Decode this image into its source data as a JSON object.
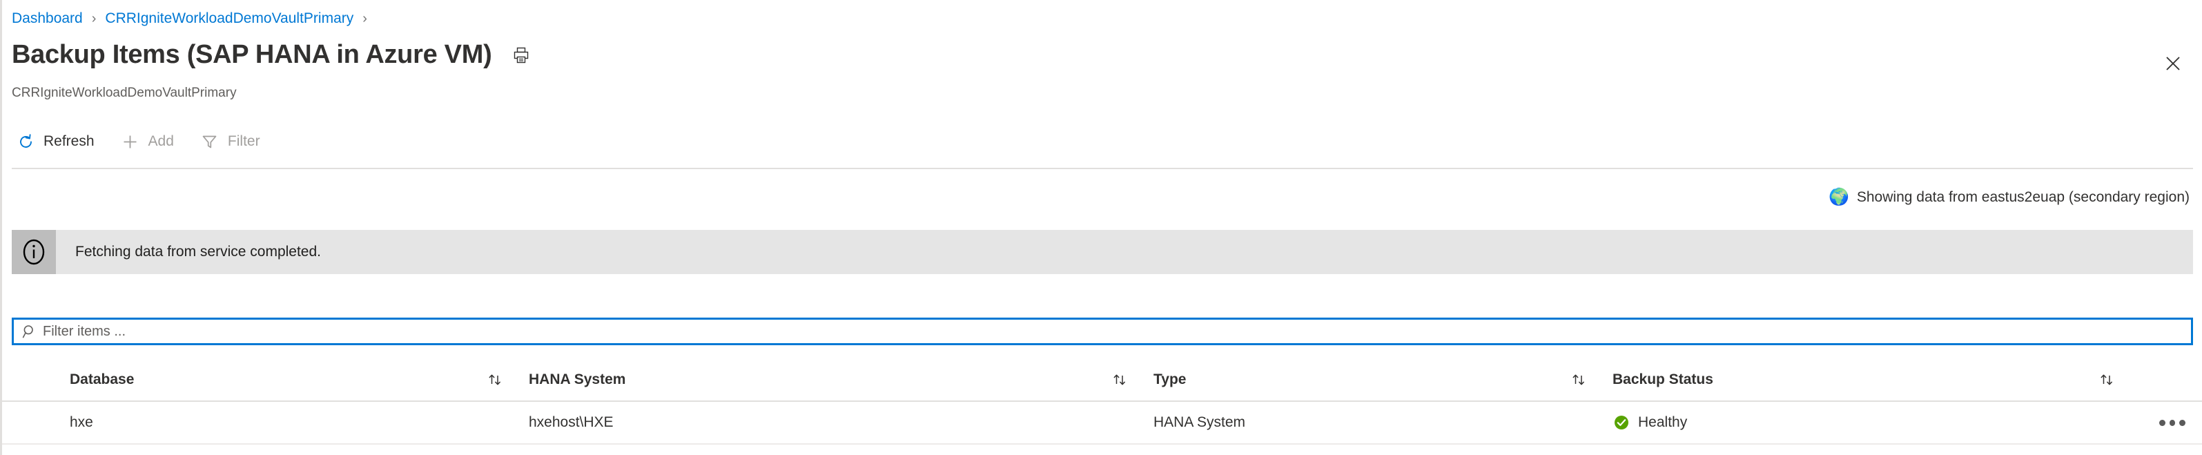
{
  "breadcrumb": {
    "items": [
      {
        "label": "Dashboard"
      },
      {
        "label": "CRRIgniteWorkloadDemoVaultPrimary"
      }
    ],
    "separator": "›"
  },
  "header": {
    "title": "Backup Items (SAP HANA in Azure VM)",
    "subtitle": "CRRIgniteWorkloadDemoVaultPrimary",
    "print_icon": "print-icon",
    "close_icon": "close-icon"
  },
  "toolbar": {
    "commands": [
      {
        "label": "Refresh",
        "icon": "refresh-icon",
        "disabled": false
      },
      {
        "label": "Add",
        "icon": "plus-icon",
        "disabled": true
      },
      {
        "label": "Filter",
        "icon": "funnel-icon",
        "disabled": true
      }
    ]
  },
  "region_notice": {
    "icon": "🌍",
    "icon_name": "globe-icon",
    "text": "Showing data from eastus2euap (secondary region)"
  },
  "info_banner": {
    "icon": "information-icon",
    "message": "Fetching data from service completed."
  },
  "filter": {
    "placeholder": "Filter items ...",
    "value": "",
    "icon": "search-icon"
  },
  "table": {
    "columns": [
      {
        "label": "Database",
        "sortable": true
      },
      {
        "label": "HANA System",
        "sortable": true
      },
      {
        "label": "Type",
        "sortable": true
      },
      {
        "label": "Backup Status",
        "sortable": true
      }
    ],
    "rows": [
      {
        "database": "hxe",
        "hana_system": "hxehost\\HXE",
        "type": "HANA System",
        "backup_status": "Healthy",
        "status_icon": "check-circle-icon",
        "menu_icon": "ellipsis-icon"
      }
    ]
  },
  "colors": {
    "link": "#0078d4",
    "accent": "#0078d4",
    "healthy": "#57a300",
    "banner_bg": "#e5e5e5",
    "banner_icon_bg": "#bdbdbd",
    "disabled_text": "#a19f9d"
  }
}
